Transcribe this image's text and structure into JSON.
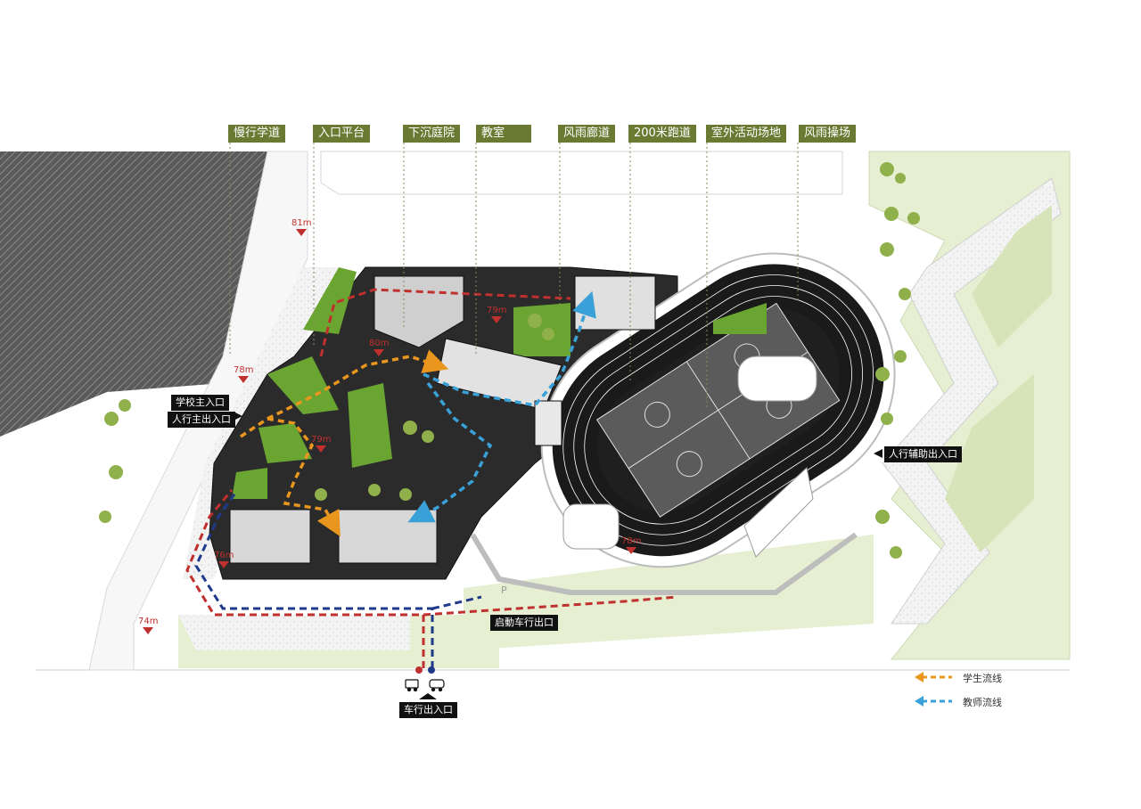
{
  "top_labels": {
    "slow_path": "慢行学道",
    "entry_platform": "入口平台",
    "sunken_courtyard": "下沉庭院",
    "classroom": "教室",
    "covered_corridor": "风雨廊道",
    "track_200m": "200米跑道",
    "outdoor_activity": "室外活动场地",
    "covered_playground": "风雨操场"
  },
  "entrances": {
    "school_main": "学校主入口",
    "pedestrian_main": "人行主出入口",
    "pedestrian_aux": "人行辅助出入口",
    "vehicle_entrance": "车行出入口",
    "emergency_vehicle": "启動车行出口"
  },
  "elevations": {
    "e81": "81m",
    "e78_left": "78m",
    "e80": "80m",
    "e79_top": "79m",
    "e79_mid": "79m",
    "e76": "76m",
    "e74": "74m",
    "e78_track": "78m"
  },
  "parking_mark": "P",
  "legend": {
    "student_flow": "学生流线",
    "teacher_flow": "教师流线"
  },
  "colors": {
    "tag_green": "#6b7a33",
    "student_flow": "#e8961e",
    "teacher_flow": "#3aa0d8",
    "vehicle_red": "#c0302e",
    "vehicle_blue": "#1f3a8a",
    "lawn": "#6aa532",
    "pale_green": "#e6efd2",
    "track_dark": "#1a1a1a"
  }
}
